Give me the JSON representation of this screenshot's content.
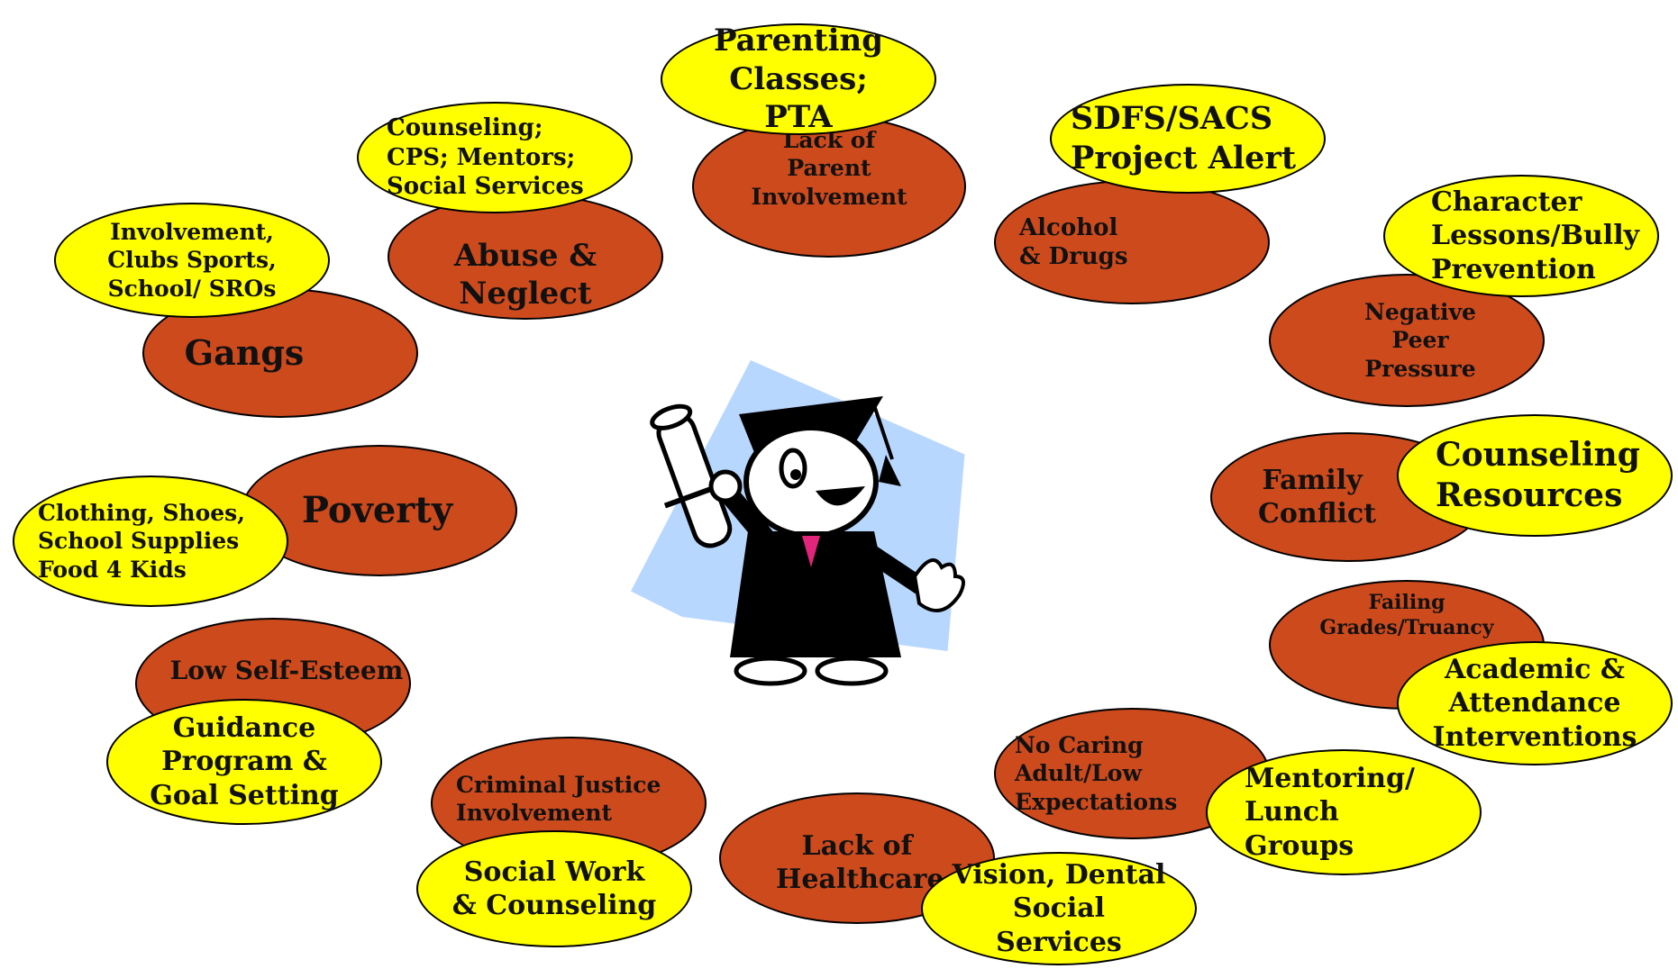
{
  "center_icon": "graduate-with-diploma-clipart",
  "colors": {
    "risk_fill": "#cd4a1d",
    "resource_fill": "#ffff00",
    "outline": "#000000"
  },
  "risk_factors": {
    "gangs": "Gangs",
    "abuse": "Abuse & Neglect",
    "parent": "Lack of Parent Involvement",
    "alcohol": "Alcohol & Drugs",
    "peer": "Negative Peer Pressure",
    "family": "Family Conflict",
    "failing": "Failing Grades/Truancy",
    "poverty": "Poverty",
    "self_esteem": "Low Self-Esteem",
    "criminal": "Criminal Justice Involvement",
    "healthcare": "Lack of Healthcare",
    "caring": "No Caring Adult/Low Expectations"
  },
  "resources": {
    "gangs": "Involvement, Clubs Sports, School/ SROs",
    "abuse": "Counseling; CPS; Mentors; Social Services",
    "parent": "Parenting Classes; PTA",
    "alcohol": "SDFS/SACS Project Alert",
    "peer": "Character Lessons/Bully Prevention",
    "family": "Counseling Resources",
    "failing": "Academic & Attendance Interventions",
    "poverty": "Clothing, Shoes, School Supplies Food 4 Kids",
    "self_esteem": "Guidance Program & Goal Setting",
    "criminal": "Social Work & Counseling",
    "healthcare": "Vision, Dental Social Services",
    "caring": "Mentoring/ Lunch Groups"
  }
}
